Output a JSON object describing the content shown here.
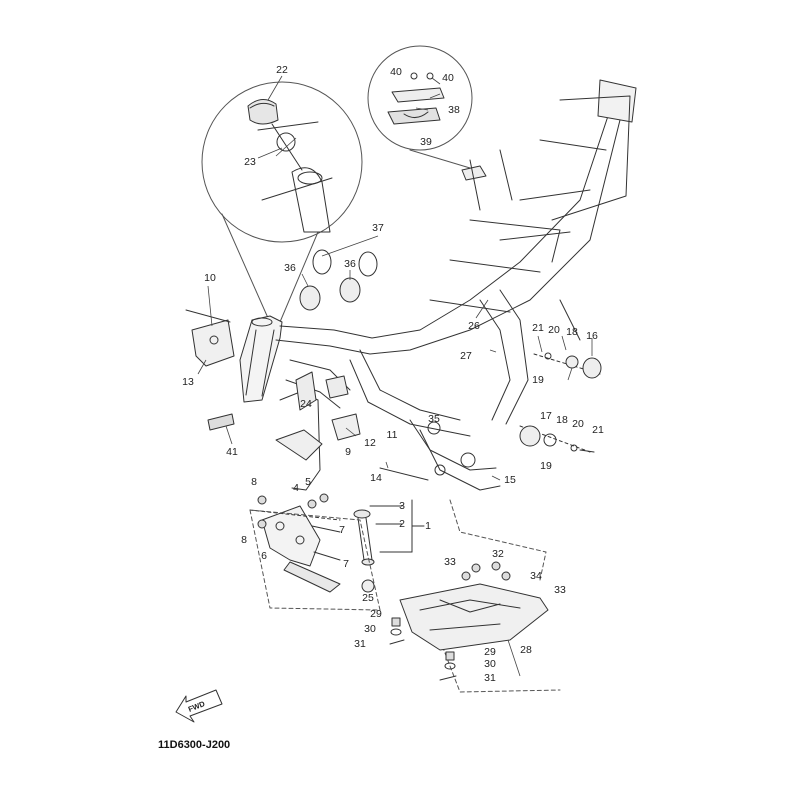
{
  "diagram": {
    "code": "11D6300-J200",
    "fwd_label": "FWD",
    "callouts": [
      {
        "id": "c1",
        "label": "1"
      },
      {
        "id": "c2",
        "label": "2"
      },
      {
        "id": "c3",
        "label": "3"
      },
      {
        "id": "c4",
        "label": "4"
      },
      {
        "id": "c5",
        "label": "5"
      },
      {
        "id": "c6",
        "label": "6"
      },
      {
        "id": "c7a",
        "label": "7"
      },
      {
        "id": "c7b",
        "label": "7"
      },
      {
        "id": "c8a",
        "label": "8"
      },
      {
        "id": "c8b",
        "label": "8"
      },
      {
        "id": "c9",
        "label": "9"
      },
      {
        "id": "c10",
        "label": "10"
      },
      {
        "id": "c11",
        "label": "11"
      },
      {
        "id": "c12",
        "label": "12"
      },
      {
        "id": "c13",
        "label": "13"
      },
      {
        "id": "c14",
        "label": "14"
      },
      {
        "id": "c15",
        "label": "15"
      },
      {
        "id": "c16",
        "label": "16"
      },
      {
        "id": "c17",
        "label": "17"
      },
      {
        "id": "c18a",
        "label": "18"
      },
      {
        "id": "c18b",
        "label": "18"
      },
      {
        "id": "c19a",
        "label": "19"
      },
      {
        "id": "c19b",
        "label": "19"
      },
      {
        "id": "c20a",
        "label": "20"
      },
      {
        "id": "c20b",
        "label": "20"
      },
      {
        "id": "c21a",
        "label": "21"
      },
      {
        "id": "c21b",
        "label": "21"
      },
      {
        "id": "c22",
        "label": "22"
      },
      {
        "id": "c23",
        "label": "23"
      },
      {
        "id": "c24",
        "label": "24"
      },
      {
        "id": "c25",
        "label": "25"
      },
      {
        "id": "c26",
        "label": "26"
      },
      {
        "id": "c27",
        "label": "27"
      },
      {
        "id": "c28",
        "label": "28"
      },
      {
        "id": "c29a",
        "label": "29"
      },
      {
        "id": "c29b",
        "label": "29"
      },
      {
        "id": "c30a",
        "label": "30"
      },
      {
        "id": "c30b",
        "label": "30"
      },
      {
        "id": "c31a",
        "label": "31"
      },
      {
        "id": "c31b",
        "label": "31"
      },
      {
        "id": "c32",
        "label": "32"
      },
      {
        "id": "c33a",
        "label": "33"
      },
      {
        "id": "c33b",
        "label": "33"
      },
      {
        "id": "c34",
        "label": "34"
      },
      {
        "id": "c35",
        "label": "35"
      },
      {
        "id": "c36a",
        "label": "36"
      },
      {
        "id": "c36b",
        "label": "36"
      },
      {
        "id": "c37",
        "label": "37"
      },
      {
        "id": "c38",
        "label": "38"
      },
      {
        "id": "c39",
        "label": "39"
      },
      {
        "id": "c40a",
        "label": "40"
      },
      {
        "id": "c40b",
        "label": "40"
      },
      {
        "id": "c41",
        "label": "41"
      }
    ]
  }
}
